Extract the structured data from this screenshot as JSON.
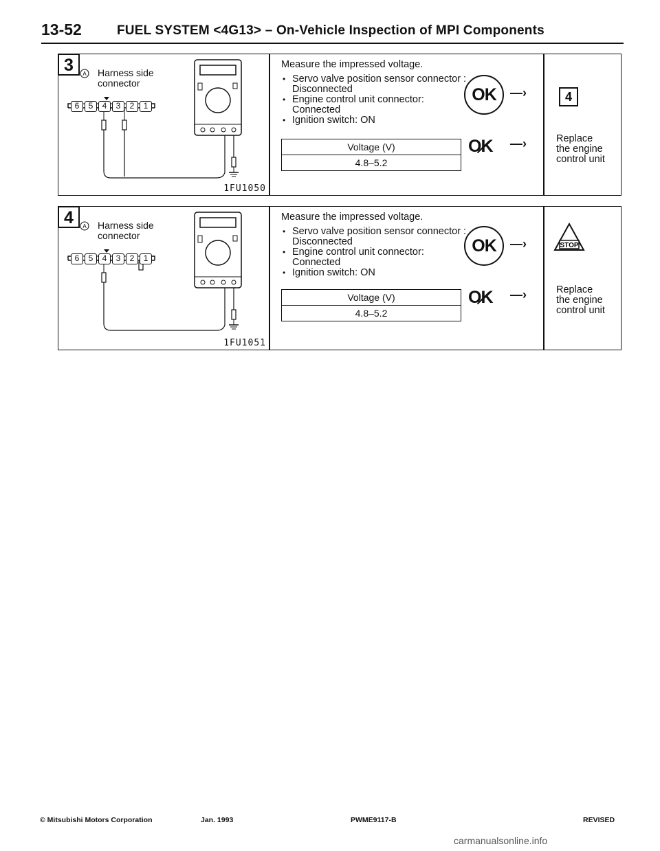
{
  "header": {
    "page_number": "13-52",
    "title": "FUEL SYSTEM <4G13> – On-Vehicle Inspection of MPI Components"
  },
  "steps": [
    {
      "badge": "3",
      "harness_label": "Harness side",
      "harness_label2": "connector",
      "circle_letter": "A",
      "pins": [
        "6",
        "5",
        "4",
        "3",
        "2",
        "1"
      ],
      "figure_code": "1FU1050",
      "procedure": "Measure the impressed voltage.",
      "conditions": [
        "Servo valve position sensor connector : Disconnected",
        "Engine control unit connector: Connected",
        "Ignition switch:  ON"
      ],
      "table_header": "Voltage (V)",
      "table_value": "4.8–5.2",
      "ok_label": "OK",
      "ng_label": "OK",
      "ok_result": "4",
      "ng_result": "Replace the engine control unit",
      "ng_result_lines": [
        "Replace",
        "the engine",
        "control unit"
      ]
    },
    {
      "badge": "4",
      "harness_label": "Harness side",
      "harness_label2": "connector",
      "circle_letter": "A",
      "pins": [
        "6",
        "5",
        "4",
        "3",
        "2",
        "1"
      ],
      "figure_code": "1FU1051",
      "procedure": "Measure the impressed voltage.",
      "conditions": [
        "Servo valve position sensor connector : Disconnected",
        "Engine control unit connector: Connected",
        "Ignition switch:  ON"
      ],
      "table_header": "Voltage (V)",
      "table_value": "4.8–5.2",
      "ok_label": "OK",
      "ng_label": "OK",
      "ok_result": "STOP",
      "ng_result_lines": [
        "Replace",
        "the engine",
        "control unit"
      ]
    }
  ],
  "footer": {
    "copyright": "© Mitsubishi Motors Corporation",
    "date": "Jan. 1993",
    "doc_code": "PWME9117-B",
    "status": "REVISED"
  },
  "watermark": "carmanualsonline.info"
}
